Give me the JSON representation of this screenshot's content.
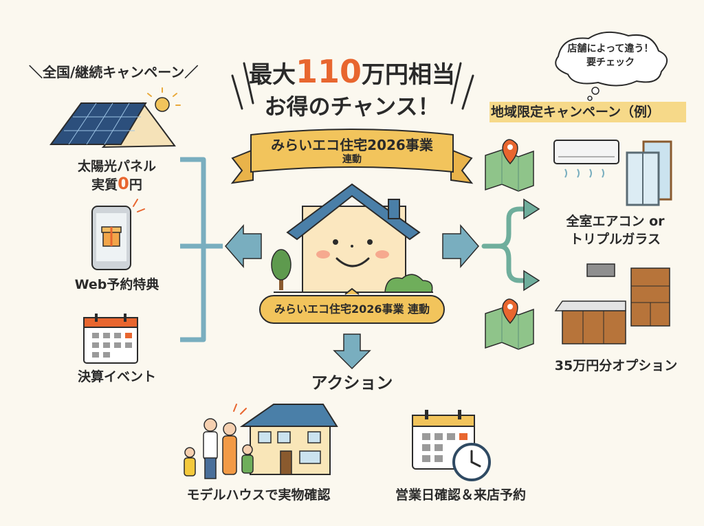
{
  "headline": {
    "prefix": "最大",
    "amount": "110",
    "suffix": "万円相当",
    "line2": "お得のチャンス！"
  },
  "banner": {
    "line1": "みらいエコ住宅2026事業",
    "line2": "連動"
  },
  "house_tag": "みらいエコ住宅2026事業 連動",
  "left": {
    "title": "全国/継続キャンペーン",
    "items": [
      {
        "line1": "太陽光パネル",
        "line2_prefix": "実質",
        "line2_num": "0",
        "line2_suffix": "円"
      },
      {
        "line1": "Web予約特典"
      },
      {
        "line1": "決算イベント"
      }
    ]
  },
  "right": {
    "bubble_line1": "店舗によって違う！",
    "bubble_line2": "要チェック",
    "title": "地域限定キャンペーン（例）",
    "items": [
      {
        "line1": "全室エアコン or",
        "line2": "トリプルガラス"
      },
      {
        "line1": "35万円分オプション"
      }
    ]
  },
  "action": {
    "title": "アクション",
    "items": [
      {
        "label": "モデルハウスで実物確認"
      },
      {
        "label": "営業日確認＆来店予約"
      }
    ]
  },
  "colors": {
    "accent_orange": "#e8662f",
    "ribbon_yellow": "#f2c45c",
    "arrow_blue": "#79aebf",
    "arrow_green": "#6fae9c",
    "house_roof": "#4a7fa8",
    "house_wall": "#fbe7bf"
  }
}
